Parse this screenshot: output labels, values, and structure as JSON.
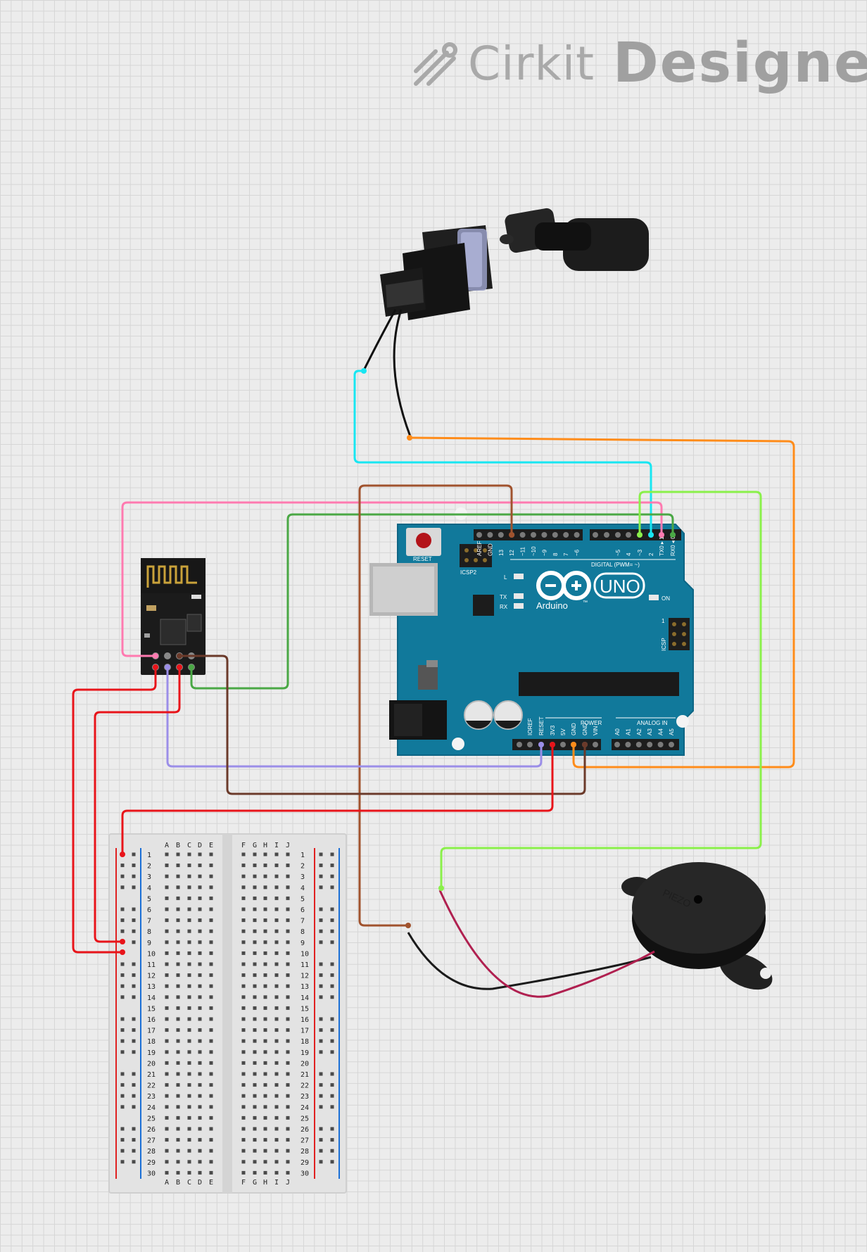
{
  "brand": {
    "name_light": "Cirkit",
    "name_bold": "Designer"
  },
  "arduino": {
    "board_name": "UNO",
    "brand": "Arduino",
    "tm": "™",
    "reset_label": "RESET",
    "icsp2_label": "ICSP2",
    "icsp_label": "ICSP",
    "digital_label": "DIGITAL (PWM= ~)",
    "power_label": "POWER",
    "analog_label": "ANALOG IN",
    "on_label": "ON",
    "l_label": "L",
    "tx_label": "TX",
    "rx_label": "RX",
    "icsp_pin1": "1",
    "top_pins": [
      "AREF",
      "GND",
      "13",
      "12",
      "~11",
      "~10",
      "~9",
      "8",
      "7",
      "~6",
      "~5",
      "4",
      "~3",
      "2",
      "TX0 ▸ 1",
      "RX0 ◂ 0"
    ],
    "power_pins": [
      "IOREF",
      "RESET",
      "3V3",
      "5V",
      "GND",
      "GND",
      "VIN"
    ],
    "analog_pins": [
      "A0",
      "A1",
      "A2",
      "A3",
      "A4",
      "A5"
    ]
  },
  "breadboard": {
    "columns_left": [
      "A",
      "B",
      "C",
      "D",
      "E"
    ],
    "columns_right": [
      "F",
      "G",
      "H",
      "I",
      "J"
    ],
    "rows": 30
  },
  "wire_colors": {
    "cyan": "#18e6f2",
    "orange": "#ff8c1a",
    "pink": "#ff7ab0",
    "green": "#4aa845",
    "lime": "#8af04a",
    "brown": "#a0522d",
    "darkbrown": "#6b3a2a",
    "red": "#e8141a",
    "lavender": "#9b8ee8"
  },
  "icons": [
    "cirkit-logo-icon",
    "float-switch-icon",
    "esp8266-module-icon",
    "arduino-uno-board",
    "piezo-buzzer-icon",
    "breadboard-icon"
  ]
}
